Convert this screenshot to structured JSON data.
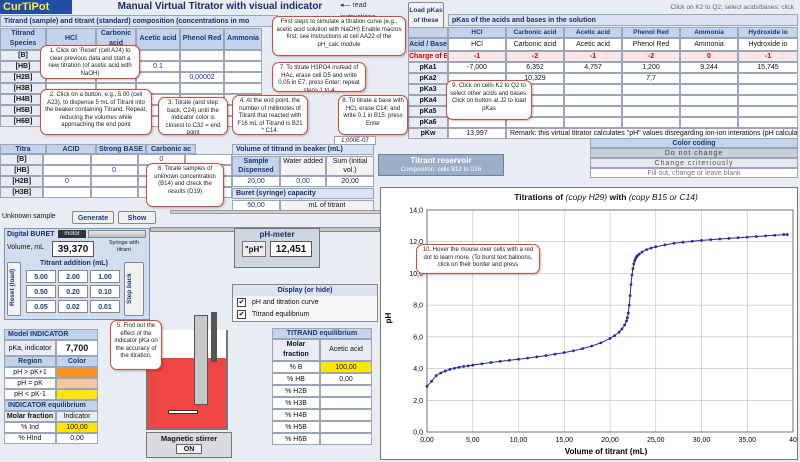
{
  "app": {
    "logo": "CurTiPot",
    "title": "Manual Virtual Titrator with visual indicator",
    "read_instructions": "read instructions"
  },
  "top_bar": {
    "label": "Titrand (sample) and titrant (standard) composition (concentrations in mo"
  },
  "species_table": {
    "header_first": "Titrand Species",
    "columns": [
      "HCl",
      "Carbonic acid",
      "Acetic acid",
      "Phenol Red",
      "Ammonia"
    ],
    "rows": [
      {
        "label": "[B]",
        "values": [
          "",
          "",
          "",
          "",
          ""
        ]
      },
      {
        "label": "[HB]",
        "values": [
          "",
          "",
          "0.1",
          "",
          ""
        ]
      },
      {
        "label": "[H2B]",
        "values": [
          "",
          "",
          "",
          "0,00002",
          ""
        ]
      },
      {
        "label": "[H3B]",
        "values": [
          "",
          "",
          "",
          "",
          ""
        ]
      },
      {
        "label": "[H4B]",
        "values": [
          "",
          "",
          "",
          "",
          ""
        ]
      },
      {
        "label": "[H5B]",
        "values": [
          "",
          "",
          "",
          "",
          ""
        ]
      },
      {
        "label": "[H6B]",
        "values": [
          "",
          "",
          "",
          "",
          ""
        ]
      }
    ]
  },
  "titrant_section": {
    "header": [
      "Titra",
      "ACID",
      "Strong BASE",
      "Carbonic ac"
    ],
    "rows": [
      {
        "label": "[B]",
        "values": [
          "",
          "",
          "0",
          ""
        ]
      },
      {
        "label": "[HB]",
        "values": [
          "",
          "0",
          "",
          ""
        ]
      },
      {
        "label": "[H2B]",
        "values": [
          "0",
          "",
          "",
          "0"
        ]
      },
      {
        "label": "[H3B]",
        "values": [
          "",
          "",
          "",
          ""
        ]
      }
    ]
  },
  "volumes": {
    "bar": "Volume of titrand in beaker (mL)",
    "headers": [
      "Sample Dispensed",
      "Water added",
      "Sum (initial vol.)"
    ],
    "values": [
      "20,00",
      "0,00",
      "20,00"
    ],
    "buret_bar": "Buret (syringe) capacity",
    "buret_value": "50,00",
    "buret_unit": "mL of titrant"
  },
  "reservoir": {
    "title": "Titrant reservoir",
    "subtitle": "Composition: cells B13 to D16"
  },
  "unknown": {
    "label": "Unknown sample",
    "generate": "Generate",
    "show": "Show"
  },
  "buret": {
    "title": "Digital BURET",
    "motor": "motor",
    "volume_label": "Volume, mL",
    "volume": "39,370",
    "syringe_label": "Syringe with titrant",
    "addition_label": "Titrant addition (mL)",
    "reset": "Reset (load)",
    "step_back": "Step back",
    "buttons": [
      "5.00",
      "2.00",
      "1.00",
      "0.50",
      "0.20",
      "0.10",
      "0.05",
      "0.02",
      "0.01"
    ]
  },
  "phmeter": {
    "label": "pH-meter",
    "ph_label": "\"pH\"",
    "ph_value": "12,451"
  },
  "display": {
    "title": "Display (or hide)",
    "opt1": "pH and titration curve",
    "opt2": "Titrand equilibrium",
    "check": "✔"
  },
  "model_indicator": {
    "title": "Model INDICATOR",
    "pka_label": "pKa, indicator",
    "pka_value": "7,700",
    "region_header": "Region",
    "color_header": "Color",
    "regions": [
      {
        "label": "pH > pK+1",
        "color": "#f7931e"
      },
      {
        "label": "pH = pK",
        "color": "#f3c8a0"
      },
      {
        "label": "pH < pK-1",
        "color": "#ffe600"
      }
    ]
  },
  "indicator_eq": {
    "title": "INDICATOR equilibrium",
    "col1": "Molar fraction",
    "col2": "Indicator",
    "rows": [
      {
        "label": "% Ind",
        "value": "100,00"
      },
      {
        "label": "% HInd",
        "value": "0,00"
      }
    ]
  },
  "titrand_eq": {
    "title": "TITRAND equilibrium",
    "col1": "Molar fraction",
    "col2": "Acetic acid",
    "rows": [
      {
        "label": "% B",
        "value": "100,00"
      },
      {
        "label": "% HB",
        "value": "0,00"
      },
      {
        "label": "% H2B",
        "value": ""
      },
      {
        "label": "% H3B",
        "value": ""
      },
      {
        "label": "% H4B",
        "value": ""
      },
      {
        "label": "% H5B",
        "value": ""
      },
      {
        "label": "% H6B",
        "value": ""
      }
    ]
  },
  "stirrer": {
    "label": "Magnetic stirrer",
    "on": "ON"
  },
  "pka_panel": {
    "load_label": "Load pKas of these H.B -->",
    "click_hint": "Click on K2 to Q2; select acids/bases; click",
    "bar": "pKas of the acids and bases in the solution",
    "acid_base_label": "Acid / Base",
    "charge_label": "Charge of B",
    "columns": [
      "HCl",
      "Carbonic acid",
      "Acetic acid",
      "Phenol Red",
      "Ammonia",
      "Hydroxide io"
    ],
    "columns_sub": [
      "HCl",
      "Carbonic acid",
      "Acetic acid",
      "Phenol Red",
      "Ammonia",
      "Hydroxide io"
    ],
    "charges": [
      "-1",
      "-2",
      "-1",
      "-2",
      "0",
      "-1"
    ],
    "pka_rows": [
      {
        "label": "pKa1",
        "values": [
          "-7,000",
          "6,352",
          "4,757",
          "1,200",
          "9,244",
          "15,745"
        ]
      },
      {
        "label": "pKa2",
        "values": [
          "",
          "10,329",
          "",
          "7,7",
          "",
          ""
        ]
      },
      {
        "label": "pKa3",
        "values": [
          "",
          "",
          "",
          "",
          "",
          ""
        ]
      },
      {
        "label": "pKa4",
        "values": [
          "",
          "",
          "",
          "",
          "",
          ""
        ]
      },
      {
        "label": "pKa5",
        "values": [
          "",
          "",
          "",
          "",
          "",
          ""
        ]
      },
      {
        "label": "pKa6",
        "values": [
          "",
          "",
          "",
          "",
          "",
          ""
        ]
      }
    ],
    "pkw_label": "pKw",
    "pkw_value": "13,997",
    "remark": "Remark: this virtual titrator calculates \"pH\" values disregarding ion-ion interations (pH calcula"
  },
  "color_coding": {
    "title": "Color coding",
    "rows": [
      "Do not change",
      "Change criteriously",
      "Fill out, change or leave blank"
    ]
  },
  "callouts": {
    "c1": "1. Click on 'Reset' (cell A24) to clear previous data and start a new titration (of acetic acid with NaOH)",
    "c2": "2. Click on a button, e.g., 5.00 (cell A23), to dispense 5 mL of Titrant into the beaker containing Titrand. Repeat, reducing the volumes while approaching the end point",
    "c3": "3. Titrate (and step back, C24) until the indicator color is closest to C32 = end point",
    "c4": "4. At the end point, the number of millimoles of Titrant that reacted with F16 mL of Titrand is B21 * C14.",
    "c5": "5. Find out the effect of the indicator pKa on the accuracy of the titration.",
    "c6": "6. Titrate samples of unknown concentration (B14) and check the results (D19)",
    "c7": "7. To titrate H3PO4 instead of HAc, erase cell D5 and write 0.05 in E7; press Enter; repeat steps 1 to 4",
    "c8": "8. To titrate a base with HCl, erase C14; and write 0.1 in B15; press Enter",
    "c9": "9. Click on cells K2 to Q2 to select other acids and bases. Click on button at J2 to load pKas",
    "c10": "10. Hover the mouse over cells with a red dot to learn more. (To burst text balloons, click on their border and press",
    "first_steps": "First steps to simulate a titration curve (e.g., acetic acid solution with NaOH) Enable macros first; see instructions at cell AA22 of the pH_calc module",
    "small_val": "1,000E-07"
  },
  "chart_data": {
    "type": "line",
    "title_parts": {
      "a": "Titrations of ",
      "b": "(copy H29)",
      "c": " with ",
      "d": "(copy B15 or C14)"
    },
    "xlabel": "Volume of titrant (mL)",
    "ylabel": "pH",
    "xlim": [
      0,
      40
    ],
    "ylim": [
      0,
      14
    ],
    "xticks": [
      "0,00",
      "5,00",
      "10,00",
      "15,00",
      "20,00",
      "25,00",
      "30,00",
      "35,00",
      "40"
    ],
    "yticks": [
      "0,0",
      "2,0",
      "4,0",
      "6,0",
      "8,0",
      "10,0",
      "12,0",
      "14,0"
    ],
    "x": [
      0.0,
      0.5,
      1.0,
      1.5,
      2.0,
      2.5,
      3.0,
      3.5,
      4.0,
      4.5,
      5.0,
      6.0,
      7.0,
      8.0,
      9.0,
      10.0,
      11.0,
      12.0,
      13.0,
      14.0,
      15.0,
      16.0,
      17.0,
      18.0,
      19.0,
      20.0,
      20.5,
      21.0,
      21.3,
      21.6,
      21.8,
      21.9,
      22.0,
      22.1,
      22.2,
      22.3,
      22.4,
      22.5,
      22.6,
      22.7,
      22.8,
      22.9,
      23.0,
      23.2,
      23.5,
      24.0,
      24.5,
      25.0,
      26.0,
      27.0,
      28.0,
      29.0,
      30.0,
      31.0,
      32.0,
      33.0,
      34.0,
      35.0,
      36.0,
      37.0,
      38.0,
      39.0,
      39.37
    ],
    "y": [
      2.88,
      3.2,
      3.55,
      3.72,
      3.85,
      3.95,
      4.02,
      4.08,
      4.13,
      4.17,
      4.22,
      4.3,
      4.38,
      4.45,
      4.52,
      4.59,
      4.66,
      4.74,
      4.82,
      4.91,
      5.01,
      5.12,
      5.26,
      5.42,
      5.62,
      5.9,
      6.08,
      6.3,
      6.5,
      6.75,
      7.0,
      7.2,
      7.5,
      8.0,
      8.6,
      9.3,
      9.9,
      10.3,
      10.6,
      10.8,
      10.95,
      11.05,
      11.12,
      11.22,
      11.35,
      11.5,
      11.6,
      11.68,
      11.8,
      11.9,
      11.97,
      12.03,
      12.08,
      12.13,
      12.17,
      12.21,
      12.25,
      12.29,
      12.33,
      12.37,
      12.41,
      12.45,
      12.45
    ]
  }
}
